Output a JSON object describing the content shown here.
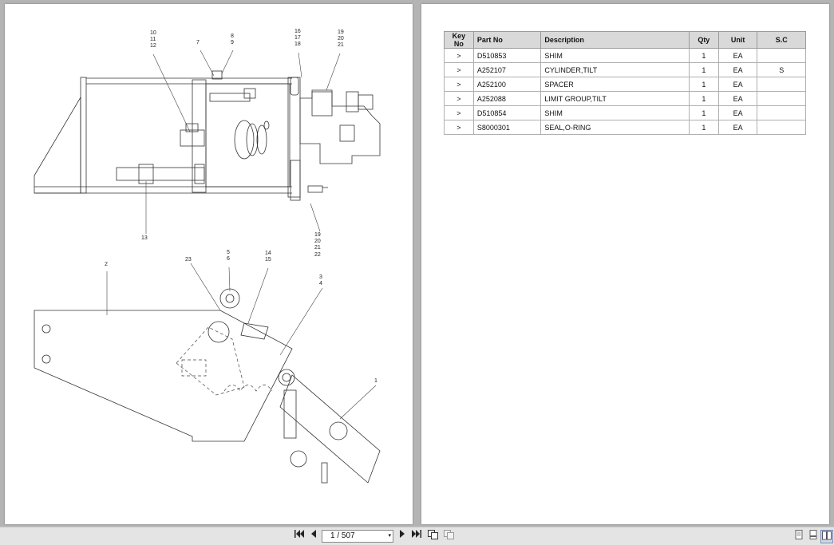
{
  "drawing": {
    "callouts": {
      "c10": "10",
      "c11": "11",
      "c12": "12",
      "c7": "7",
      "c8": "8",
      "c9": "9",
      "c16": "16",
      "c17": "17",
      "c18": "18",
      "c19a": "19",
      "c20a": "20",
      "c21a": "21",
      "c13": "13",
      "c19b": "19",
      "c20b": "20",
      "c21b": "21",
      "c22": "22",
      "c2": "2",
      "c23": "23",
      "c5": "5",
      "c6": "6",
      "c14": "14",
      "c15": "15",
      "c3": "3",
      "c4": "4",
      "c1": "1"
    }
  },
  "parts_table": {
    "headers": [
      "Key No",
      "Part No",
      "Description",
      "Qty",
      "Unit",
      "S.C"
    ],
    "rows": [
      {
        "key": ">",
        "part": "D510853",
        "desc": "SHIM",
        "qty": "1",
        "unit": "EA",
        "sc": ""
      },
      {
        "key": ">",
        "part": "A252107",
        "desc": "CYLINDER,TILT",
        "qty": "1",
        "unit": "EA",
        "sc": "S"
      },
      {
        "key": ">",
        "part": "A252100",
        "desc": "SPACER",
        "qty": "1",
        "unit": "EA",
        "sc": ""
      },
      {
        "key": ">",
        "part": "A252088",
        "desc": "LIMIT GROUP,TILT",
        "qty": "1",
        "unit": "EA",
        "sc": ""
      },
      {
        "key": ">",
        "part": "D510854",
        "desc": "SHIM",
        "qty": "1",
        "unit": "EA",
        "sc": ""
      },
      {
        "key": ">",
        "part": "S8000301",
        "desc": "SEAL,O-RING",
        "qty": "1",
        "unit": "EA",
        "sc": ""
      }
    ]
  },
  "toolbar": {
    "page_indicator": "1 / 507",
    "icons": [
      "first-page-icon",
      "prev-page-icon",
      "next-page-icon",
      "last-page-icon",
      "copy-icon",
      "paste-icon",
      "single-page-view-icon",
      "two-page-view-icon",
      "continuous-view-icon"
    ]
  }
}
